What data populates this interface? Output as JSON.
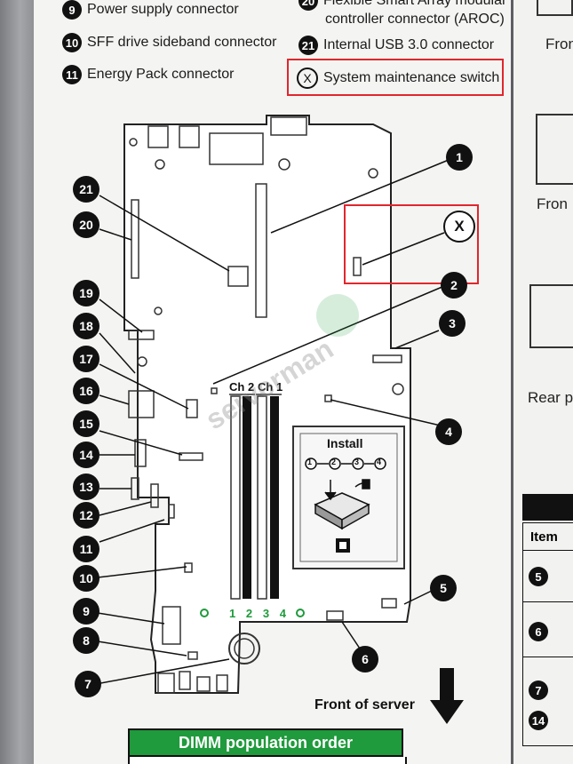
{
  "legend": [
    {
      "n": "9",
      "text": "Power supply connector"
    },
    {
      "n": "10",
      "text": "SFF drive sideband connector"
    },
    {
      "n": "11",
      "text": "Energy Pack connector"
    },
    {
      "n": "20",
      "text": "Flexible Smart Array modular"
    },
    {
      "n": "",
      "text": "controller connector (AROC)"
    },
    {
      "n": "21",
      "text": "Internal USB 3.0 connector"
    },
    {
      "n": "X",
      "text": "System maintenance switch"
    }
  ],
  "board": {
    "ch2": "Ch 2",
    "ch1": "Ch 1",
    "slots": [
      "1",
      "2",
      "3",
      "4"
    ],
    "install_title": "Install",
    "steps": [
      "1",
      "2",
      "3",
      "4"
    ],
    "callouts": [
      "1",
      "2",
      "3",
      "4",
      "5",
      "6",
      "7",
      "8",
      "9",
      "10",
      "11",
      "12",
      "13",
      "14",
      "15",
      "16",
      "17",
      "18",
      "19",
      "20",
      "21"
    ],
    "switch_callout": "X"
  },
  "front_of_server": "Front of server",
  "dimm_population": "DIMM population order",
  "watermark": "serverman",
  "right_panel": {
    "front1": "Fron",
    "front2": "Fron",
    "rear": "Rear p",
    "item": "Item",
    "rows": [
      "5",
      "6",
      "7",
      "14"
    ]
  },
  "colors": {
    "accent_red": "#e0272d",
    "green": "#1f9a3c"
  }
}
